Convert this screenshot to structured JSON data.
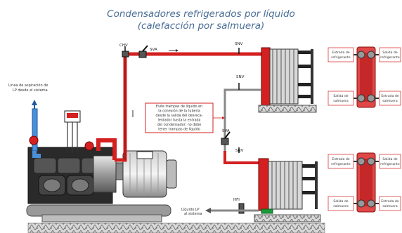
{
  "title": {
    "line1": "Condensadores refrigerados por líquido",
    "line2": "(calefacción por salmuera)"
  },
  "labels": {
    "chv": "CHV",
    "sva_top": "SVA",
    "snv_top": "SNV",
    "snv_mid": "SNV",
    "sva_mid": "SVA",
    "snv_low": "SNV",
    "hfi": "HFI",
    "suction_line": [
      "Línea de aspiración de",
      "LP desde el sistema"
    ],
    "note": [
      "Evite trampas de líquido en",
      "la conexión de la tubería",
      "desde la salida del desreca-",
      "lentador hasta la entrada",
      "del condensador; no debe",
      "tener trampas de líquido"
    ],
    "liquid_lp": [
      "Líquido LP",
      "al sistema"
    ],
    "plate_upper": [
      "Entrada de",
      "refrigerante",
      "Salida de",
      "refrigerante",
      "Salida de",
      "salmuera",
      "Entrada de",
      "salmuera"
    ],
    "plate_lower": [
      "Entrada de",
      "refrigerante",
      "Salida de",
      "refrigerante",
      "Salida de",
      "salmuera",
      "Entrada de",
      "salmuera"
    ]
  },
  "colors": {
    "title": "#4a6e96",
    "hot_gas": "#d42020",
    "liquid": "#888888",
    "note_border": "#d42020",
    "machine": "#3a3a3a"
  }
}
